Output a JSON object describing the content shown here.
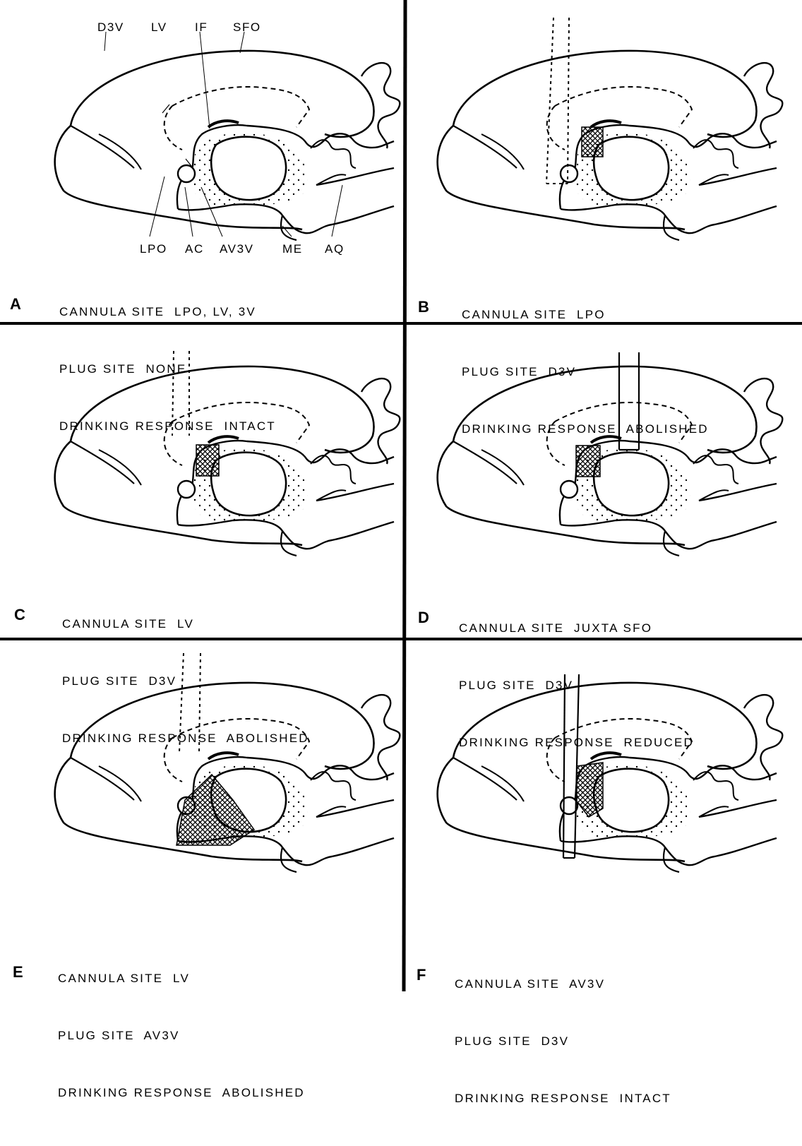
{
  "figure": {
    "panels": [
      {
        "letter": "A",
        "caption": [
          "CANNULA SITE  LPO, LV, 3V",
          "PLUG SITE  NONE",
          "DRINKING RESPONSE  INTACT"
        ]
      },
      {
        "letter": "B",
        "caption": [
          "CANNULA SITE  LPO",
          "PLUG SITE  D3V",
          "DRINKING RESPONSE  ABOLISHED"
        ]
      },
      {
        "letter": "C",
        "caption": [
          "CANNULA SITE  LV",
          "PLUG SITE  D3V",
          "DRINKING RESPONSE  ABOLISHED"
        ]
      },
      {
        "letter": "D",
        "caption": [
          "CANNULA SITE  JUXTA SFO",
          "PLUG SITE  D3V",
          "DRINKING RESPONSE  REDUCED"
        ]
      },
      {
        "letter": "E",
        "caption": [
          "CANNULA SITE  LV",
          "PLUG SITE  AV3V",
          "DRINKING RESPONSE  ABOLISHED"
        ]
      },
      {
        "letter": "F",
        "caption": [
          "CANNULA SITE  AV3V",
          "PLUG SITE  D3V",
          "DRINKING RESPONSE  INTACT"
        ]
      }
    ],
    "anatomy_labels": {
      "top": [
        "D3V",
        "LV",
        "IF",
        "SFO"
      ],
      "bottom": [
        "LPO",
        "AC",
        "AV3V",
        "ME",
        "AQ"
      ]
    }
  }
}
